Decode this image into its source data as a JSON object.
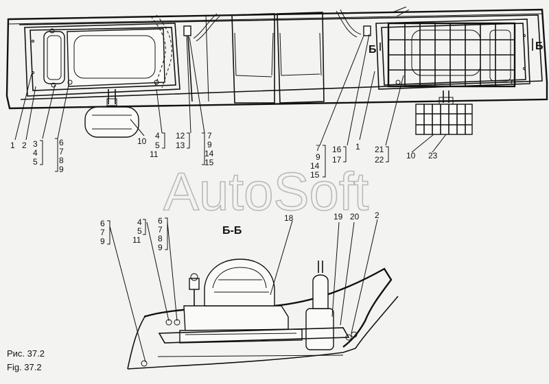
{
  "watermark": "AutoSoft",
  "section_title": "Б-Б",
  "section_marker": "Б",
  "caption_ru": "Рис. 37.2",
  "caption_en": "Fig. 37.2",
  "labels": {
    "l1a": "1",
    "l2": "2",
    "l3": "3",
    "l4a": "4",
    "l5a": "5",
    "l6": "6",
    "l7": "7",
    "l8": "8",
    "l9": "9",
    "l10a": "10",
    "l4b": "4",
    "l5b": "5",
    "l11": "11",
    "l12": "12",
    "l13": "13",
    "r7": "7",
    "r9": "9",
    "r14": "14",
    "r15": "15",
    "m7": "7",
    "m9": "9",
    "m14": "14",
    "m15": "15",
    "l16": "16",
    "l17": "17",
    "l1b": "1",
    "l21": "21",
    "l22": "22",
    "l10b": "10",
    "l23": "23",
    "s6a": "6",
    "s7a": "7",
    "s9a": "9",
    "s4": "4",
    "s5": "5",
    "s11": "11",
    "s6b": "6",
    "s7b": "7",
    "s8": "8",
    "s9b": "9",
    "l18": "18",
    "l19": "19",
    "l20": "20",
    "l2b": "2"
  }
}
